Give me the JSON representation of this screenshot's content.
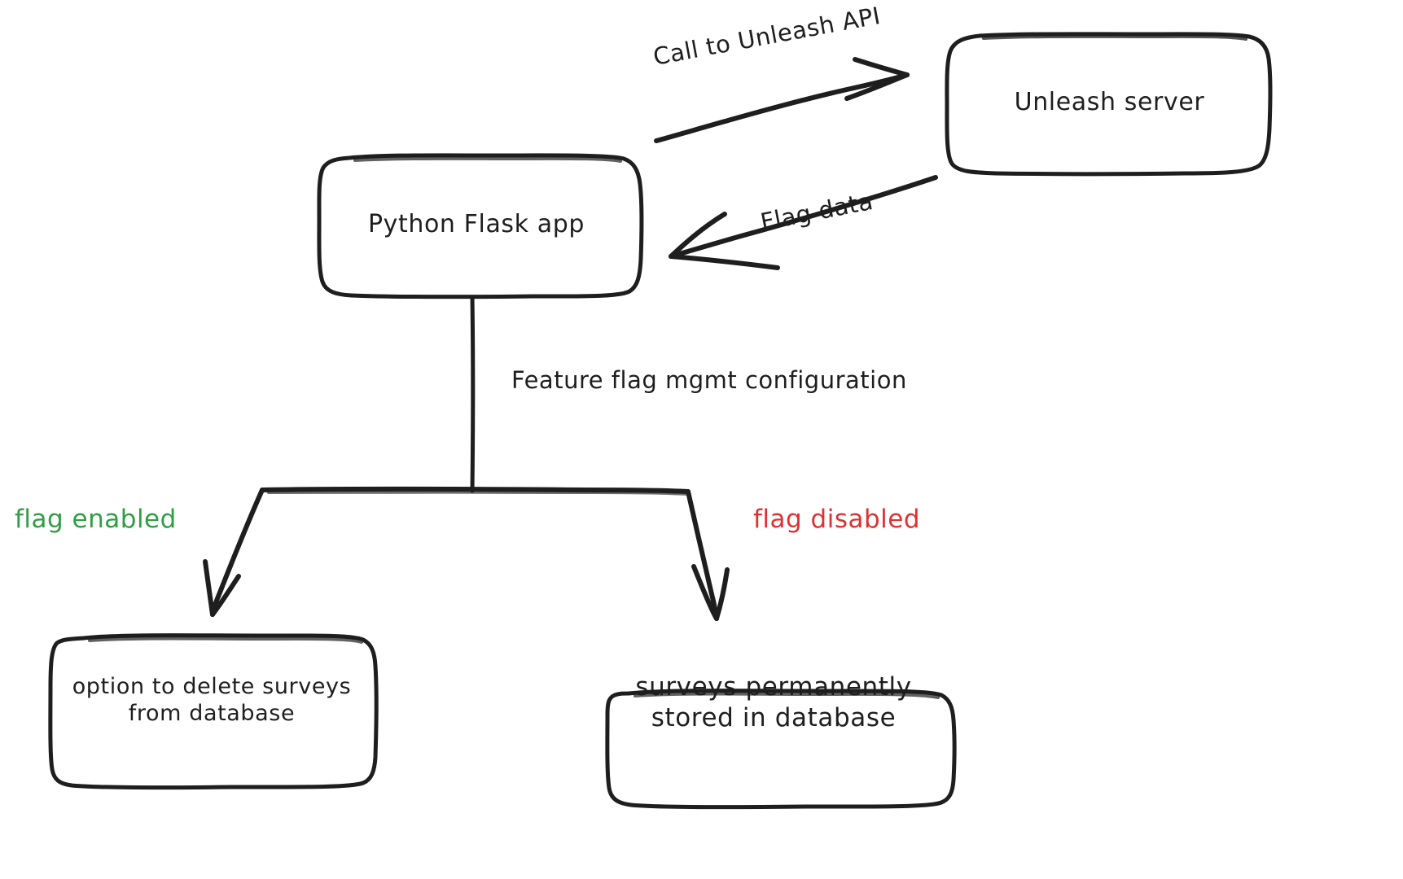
{
  "diagram": {
    "type": "flowchart",
    "style": "hand-drawn whiteboard sketch",
    "background_color": "#ffffff",
    "stroke_color": "#1e1e1e",
    "nodes": [
      {
        "id": "flask",
        "label": "Python Flask app",
        "shape": "rounded-rectangle",
        "text_color": "#1e1e1e"
      },
      {
        "id": "unleash",
        "label": "Unleash server",
        "shape": "rounded-rectangle",
        "text_color": "#1e1e1e"
      },
      {
        "id": "left-outcome",
        "label": "option to delete surveys\nfrom database",
        "shape": "rounded-rectangle",
        "text_color": "#1e1e1e"
      },
      {
        "id": "right-outcome",
        "label": "surveys permanently\nstored in database",
        "shape": "rounded-rectangle",
        "text_color": "#1e1e1e"
      }
    ],
    "edges": [
      {
        "id": "call-api",
        "label": "Call to Unleash API",
        "from": "flask",
        "to": "unleash",
        "arrow": true,
        "color": "#1e1e1e"
      },
      {
        "id": "flag-data",
        "label": "Flag data",
        "from": "unleash",
        "to": "flask",
        "arrow": true,
        "color": "#1e1e1e"
      },
      {
        "id": "config-branch",
        "label": "Feature flag mgmt configuration",
        "from": "flask",
        "to": "branch-point",
        "arrow": false,
        "color": "#1e1e1e"
      },
      {
        "id": "branch-enabled",
        "label": "flag enabled",
        "from": "branch-point",
        "to": "left-outcome",
        "arrow": true,
        "color": "#2f9e44"
      },
      {
        "id": "branch-disabled",
        "label": "flag disabled",
        "from": "branch-point",
        "to": "right-outcome",
        "arrow": true,
        "color": "#e03131"
      }
    ],
    "colors": {
      "stroke": "#1e1e1e",
      "enabled": "#2f9e44",
      "disabled": "#e03131",
      "background": "#ffffff"
    }
  }
}
